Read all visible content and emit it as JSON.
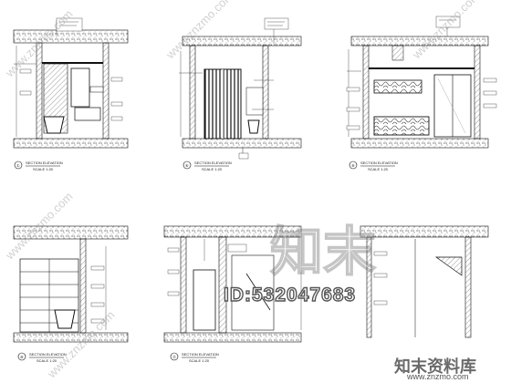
{
  "title_blocks": [
    {
      "number": "①",
      "title": "SECTION ELEVATION",
      "scale": "SCALE 1:20"
    },
    {
      "number": "⑥",
      "title": "SECTION ELEVATION",
      "scale": "SCALE 1:20"
    },
    {
      "number": "⑨",
      "title": "SECTION ELEVATION",
      "scale": "SCALE 1:20"
    },
    {
      "number": "⑩",
      "title": "SECTION ELEVATION",
      "scale": "SCALE 1:20"
    },
    {
      "number": "⑪",
      "title": "SECTION ELEVATION",
      "scale": "SCALE 1:20"
    }
  ],
  "watermarks": {
    "center_logo": "知末",
    "id_text": "ID:532047683",
    "brand_cn": "知末资料库",
    "brand_url": "www.znzmo.com",
    "side_text": "www.znzmo.com"
  },
  "colors": {
    "line": "#111111",
    "hatch": "#555555",
    "dim": "#333333",
    "paper": "#ffffff"
  }
}
